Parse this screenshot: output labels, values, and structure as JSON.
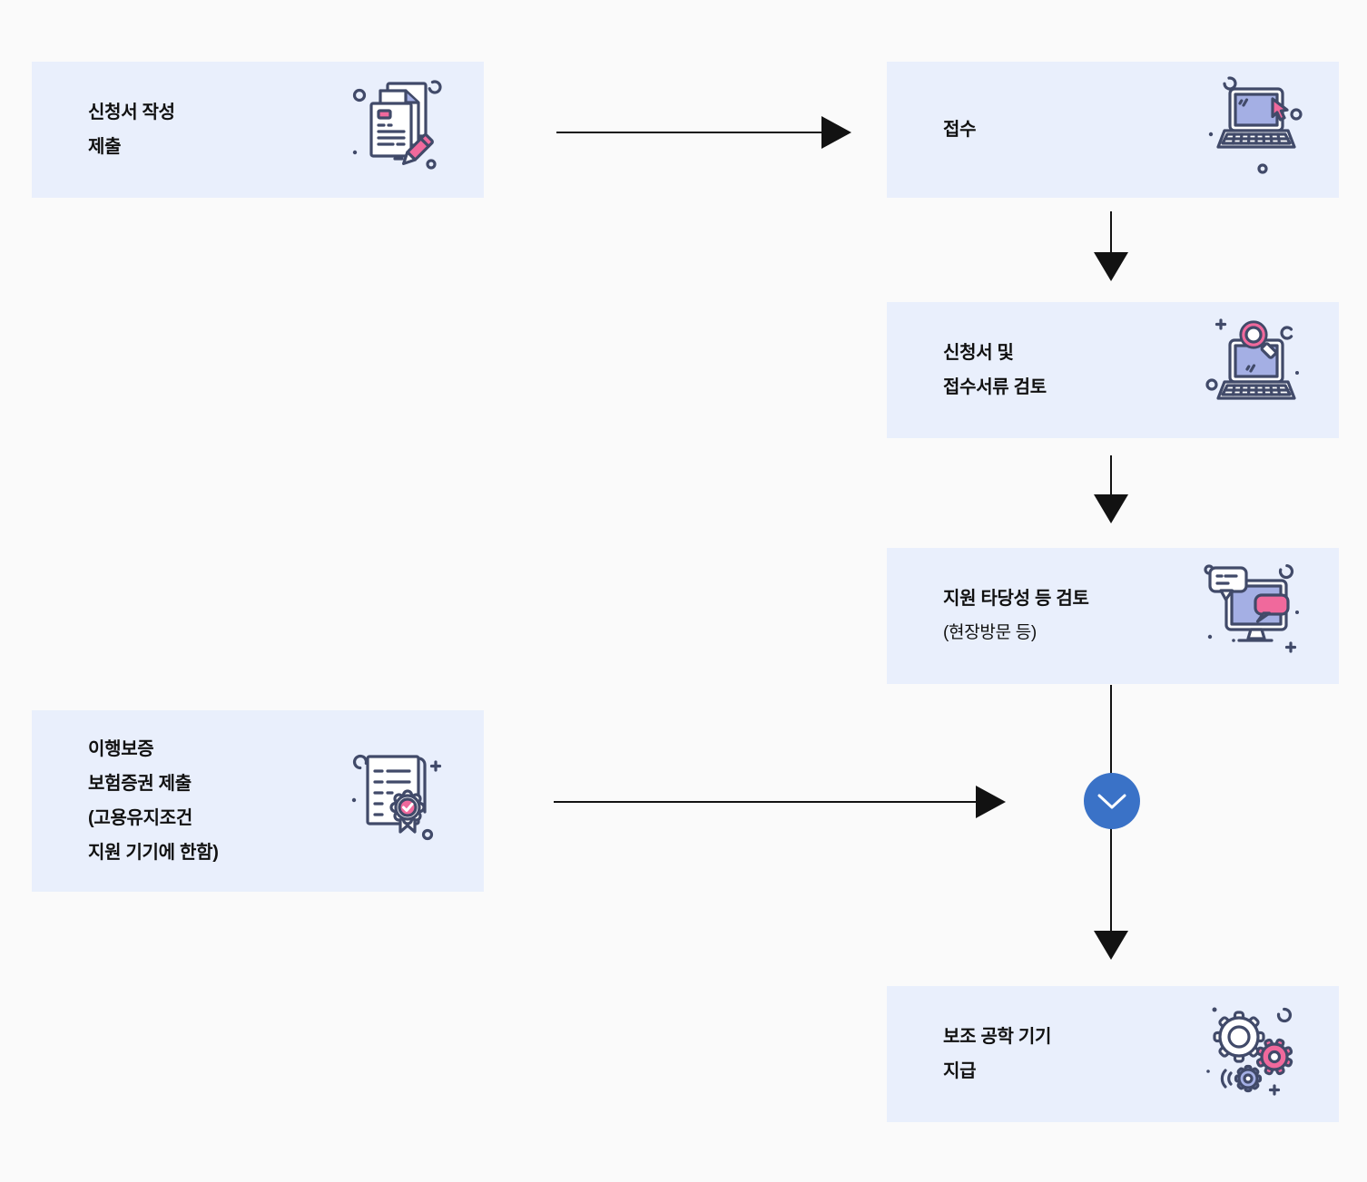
{
  "colors": {
    "page_bg": "#fafafa",
    "box_bg": "#e9effc",
    "text": "#111111",
    "navy": "#414a69",
    "pink": "#f0699c",
    "periwinkle": "#a4afe4",
    "arrow": "#121212",
    "merge_circle": "#3a72c7",
    "merge_check": "#ffffff"
  },
  "flow": {
    "boxes": [
      {
        "id": "apply",
        "lines": [
          "신청서 작성",
          "제출"
        ],
        "icon": "documents-pencil-icon"
      },
      {
        "id": "receive",
        "lines": [
          "접수"
        ],
        "icon": "laptop-cursor-icon"
      },
      {
        "id": "document-review",
        "lines": [
          "신청서 및",
          "접수서류 검토"
        ],
        "icon": "laptop-magnifier-icon"
      },
      {
        "id": "feasibility-review",
        "lines": [
          "지원 타당성 등 검토",
          "(현장방문 등)"
        ],
        "icon": "monitor-chat-icon"
      },
      {
        "id": "bond-submit",
        "lines": [
          "이행보증",
          "보험증권 제출",
          "(고용유지조건",
          "지원 기기에 한함)"
        ],
        "icon": "certificate-icon"
      },
      {
        "id": "device-provide",
        "lines": [
          "보조 공학 기기",
          "지급"
        ],
        "icon": "gears-icon"
      }
    ],
    "merge": {
      "icon": "chevron-down-icon"
    }
  }
}
